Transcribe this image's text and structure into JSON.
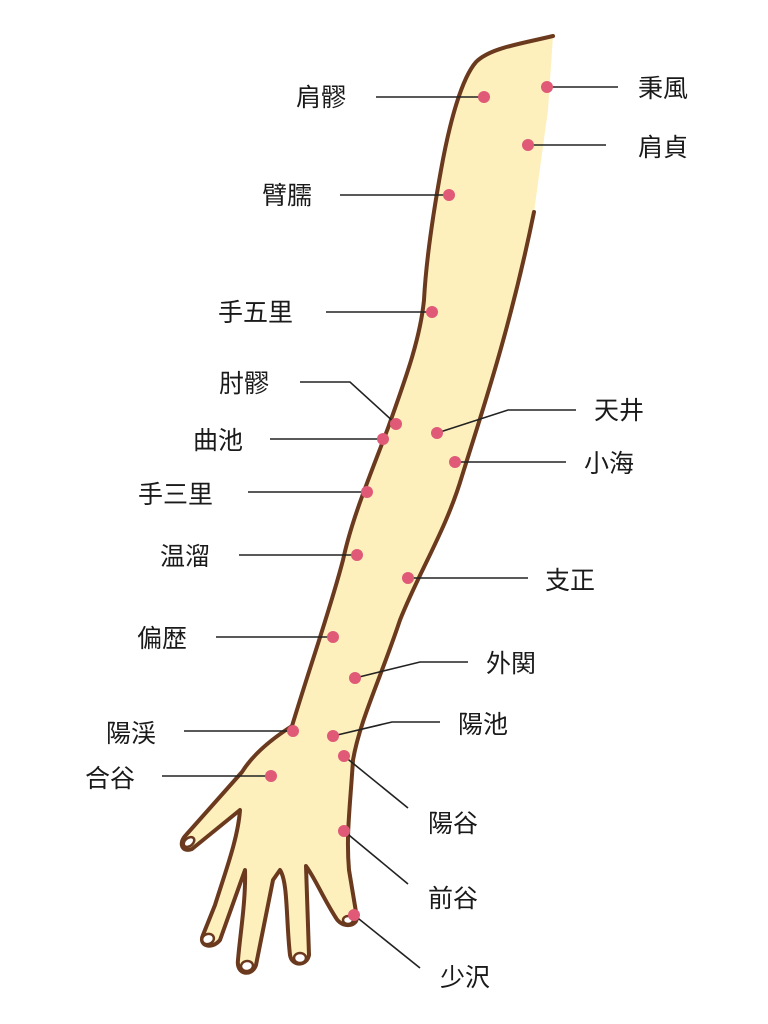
{
  "colors": {
    "skin": "#fdf0bd",
    "outline": "#6b3a1e",
    "point": "#e05a78",
    "line": "#222222",
    "text": "#1a1a1a"
  },
  "points": [
    {
      "id": "kenryo",
      "label": "肩髎"
    },
    {
      "id": "heifu",
      "label": "秉風"
    },
    {
      "id": "kentei",
      "label": "肩貞"
    },
    {
      "id": "hiju",
      "label": "臂臑"
    },
    {
      "id": "tegori",
      "label": "手五里"
    },
    {
      "id": "churyo",
      "label": "肘髎"
    },
    {
      "id": "tensei",
      "label": "天井"
    },
    {
      "id": "kyokuchi",
      "label": "曲池"
    },
    {
      "id": "shokai",
      "label": "小海"
    },
    {
      "id": "tesanri",
      "label": "手三里"
    },
    {
      "id": "onru",
      "label": "温溜"
    },
    {
      "id": "shisei",
      "label": "支正"
    },
    {
      "id": "henreki",
      "label": "偏歴"
    },
    {
      "id": "gaikan",
      "label": "外関"
    },
    {
      "id": "youkei",
      "label": "陽渓"
    },
    {
      "id": "youchi",
      "label": "陽池"
    },
    {
      "id": "goukoku",
      "label": "合谷"
    },
    {
      "id": "youkoku",
      "label": "陽谷"
    },
    {
      "id": "zenkoku",
      "label": "前谷"
    },
    {
      "id": "shoutaku",
      "label": "少沢"
    }
  ]
}
